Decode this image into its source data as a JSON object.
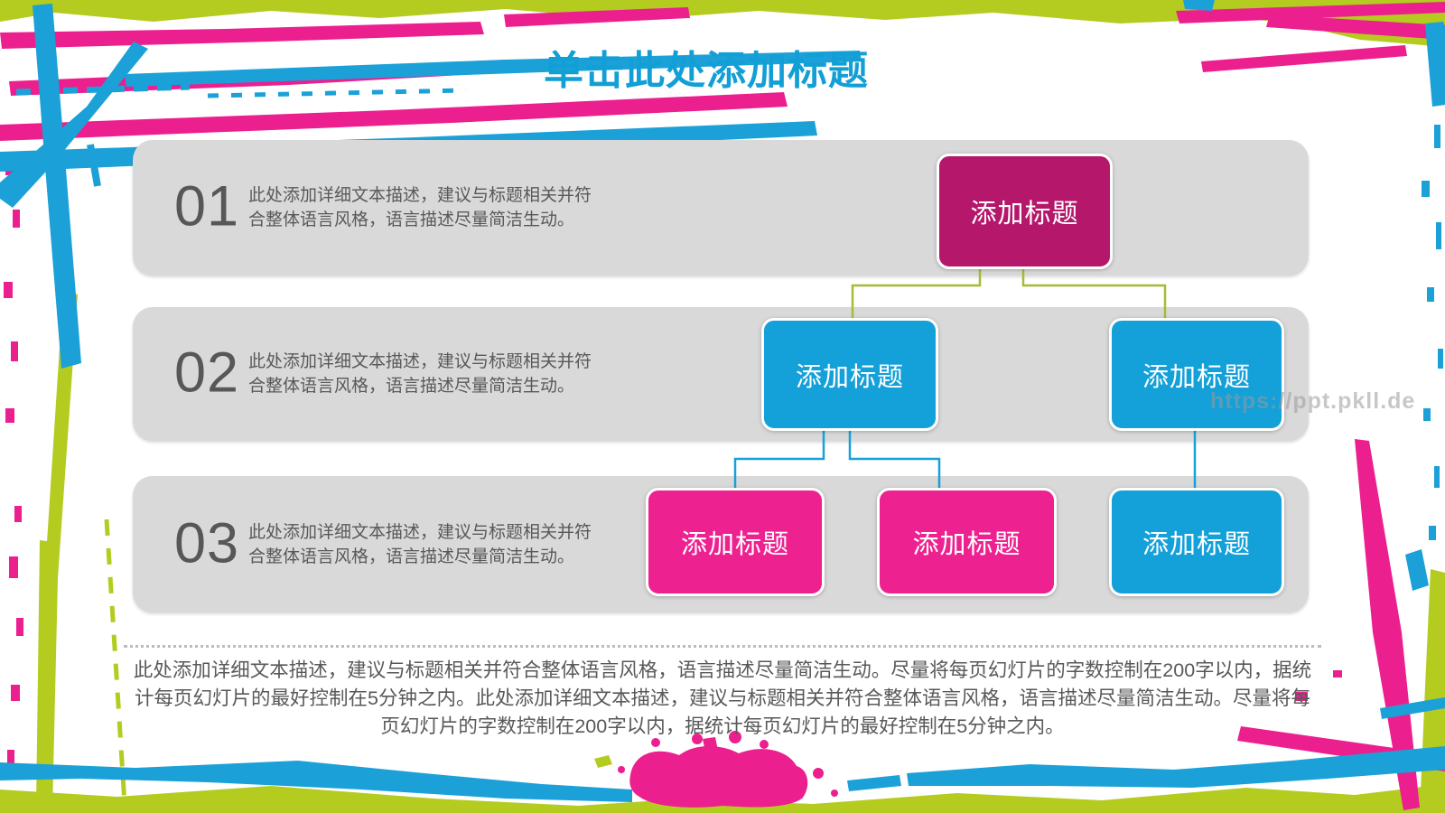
{
  "slide": {
    "title": "单击此处添加标题",
    "watermark": "https://ppt.pkll.de"
  },
  "rows": [
    {
      "number": "01",
      "description": "此处添加详细文本描述，建议与标题相关并符合整体语言风格，语言描述尽量简洁生动。"
    },
    {
      "number": "02",
      "description": "此处添加详细文本描述，建议与标题相关并符合整体语言风格，语言描述尽量简洁生动。"
    },
    {
      "number": "03",
      "description": "此处添加详细文本描述，建议与标题相关并符合整体语言风格，语言描述尽量简洁生动。"
    }
  ],
  "org_chart": {
    "root": {
      "label": "添加标题"
    },
    "level2": [
      {
        "label": "添加标题"
      },
      {
        "label": "添加标题"
      }
    ],
    "level3": [
      {
        "label": "添加标题"
      },
      {
        "label": "添加标题"
      },
      {
        "label": "添加标题"
      }
    ]
  },
  "footer": {
    "text": "此处添加详细文本描述，建议与标题相关并符合整体语言风格，语言描述尽量简洁生动。尽量将每页幻灯片的字数控制在200字以内，据统计每页幻灯片的最好控制在5分钟之内。此处添加详细文本描述，建议与标题相关并符合整体语言风格，语言描述尽量简洁生动。尽量将每页幻灯片的字数控制在200字以内，据统计每页幻灯片的最好控制在5分钟之内。"
  },
  "colors": {
    "accent_blue": "#14a0d9",
    "accent_pink": "#ec1f8f",
    "accent_green": "#b4cb20",
    "accent_magenta": "#b5176b",
    "connector_green": "#a9ba35",
    "panel_gray": "#d9d9d9",
    "text_gray": "#595959",
    "title_blue": "#129fd6"
  }
}
